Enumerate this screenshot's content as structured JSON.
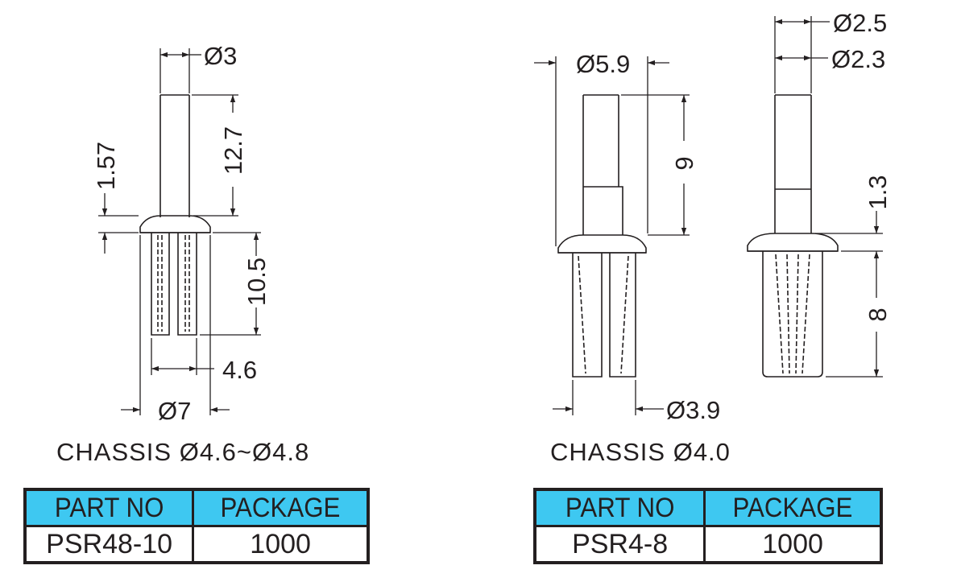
{
  "left_part": {
    "dimensions": {
      "shank_dia": "Ø3",
      "shank_len": "12.7",
      "head_thk": "1.57",
      "leg_len": "10.5",
      "leg_width": "4.6",
      "head_dia": "Ø7"
    },
    "chassis": "CHASSIS  Ø4.6~Ø4.8",
    "table": {
      "part_no_header": "PART NO",
      "package_header": "PACKAGE",
      "part_no": "PSR48-10",
      "package": "1000"
    }
  },
  "right_part": {
    "dimensions": {
      "head_dia": "Ø5.9",
      "shank_len": "9",
      "leg_dia": "Ø3.9",
      "tip_dia_1": "Ø2.5",
      "tip_dia_2": "Ø2.3",
      "head_thk": "1.3",
      "leg_len": "8"
    },
    "chassis": "CHASSIS  Ø4.0",
    "table": {
      "part_no_header": "PART NO",
      "package_header": "PACKAGE",
      "part_no": "PSR4-8",
      "package": "1000"
    }
  },
  "colors": {
    "line": "#231f20",
    "header_fill": "#3ec8f1"
  }
}
